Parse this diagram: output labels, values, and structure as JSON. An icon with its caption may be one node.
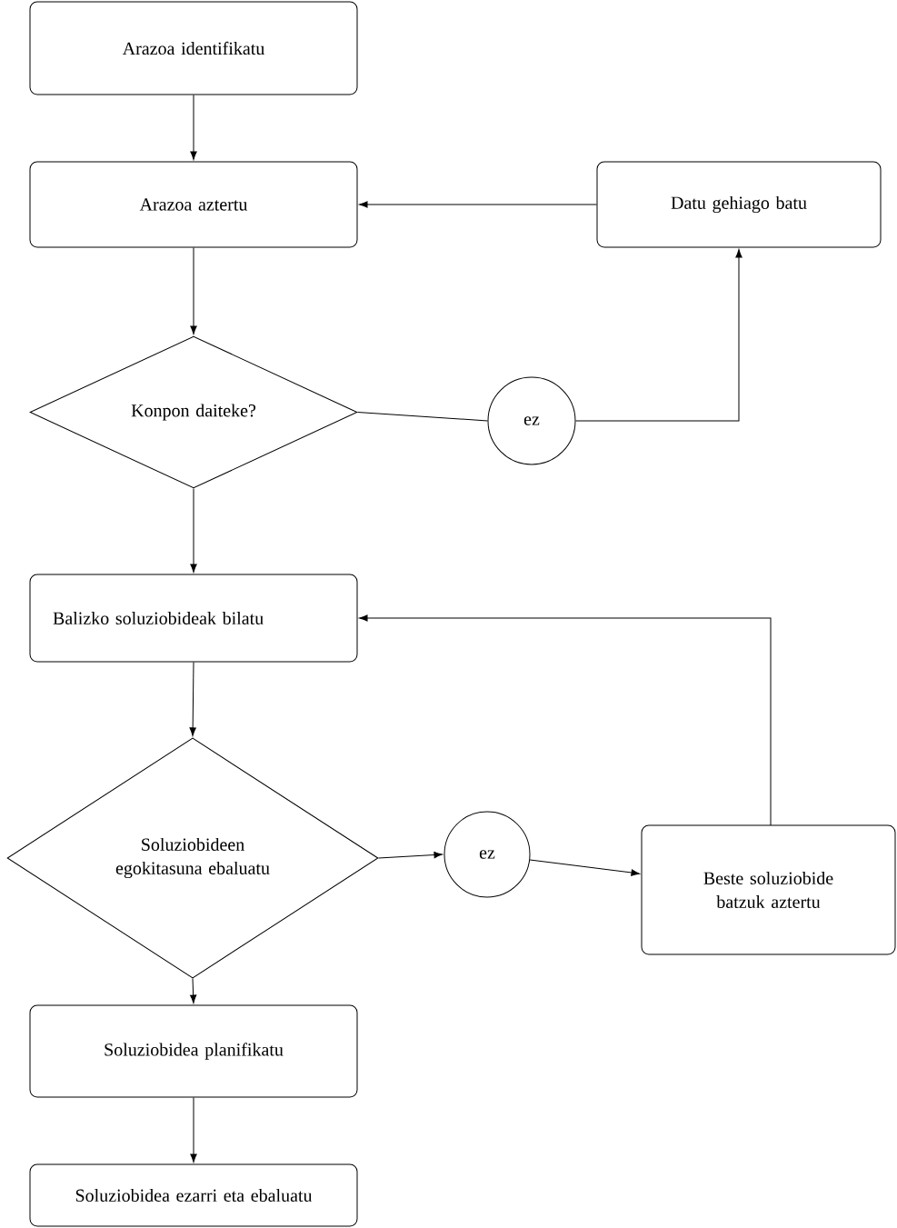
{
  "diagram": {
    "nodes": [
      {
        "text": [
          "Arazoa identifikatu"
        ]
      },
      {
        "text": [
          "Arazoa aztertu"
        ]
      },
      {
        "text": [
          "Datu gehiago batu"
        ]
      },
      {
        "text": [
          "Konpon daiteke?"
        ]
      },
      {
        "text": [
          "ez"
        ]
      },
      {
        "text": [
          "Balizko soluziobideak bilatu"
        ]
      },
      {
        "text": [
          "Soluziobideen egokitasuna ebaluatu"
        ]
      },
      {
        "text": [
          "ez"
        ]
      },
      {
        "text": [
          "Beste soluziobide batzuk aztertu"
        ]
      },
      {
        "text": [
          "Soluziobidea planifikatu"
        ]
      },
      {
        "text": [
          "Soluziobidea ezarri eta ebaluatu"
        ]
      }
    ],
    "edges": [
      {
        "from": 0,
        "to": 1,
        "arrow": "to"
      },
      {
        "from": 1,
        "to": 3,
        "arrow": "to"
      },
      {
        "from": 3,
        "to": 4,
        "arrow": "none"
      },
      {
        "from": 4,
        "to": 2,
        "arrow": "to"
      },
      {
        "from": 2,
        "to": 1,
        "arrow": "to"
      },
      {
        "from": 3,
        "to": 5,
        "arrow": "to"
      },
      {
        "from": 5,
        "to": 6,
        "arrow": "to"
      },
      {
        "from": 6,
        "to": 7,
        "arrow": "to"
      },
      {
        "from": 7,
        "to": 8,
        "arrow": "to"
      },
      {
        "from": 8,
        "to": 5,
        "arrow": "to"
      },
      {
        "from": 6,
        "to": 9,
        "arrow": "to"
      },
      {
        "from": 9,
        "to": 10,
        "arrow": "to"
      }
    ]
  }
}
